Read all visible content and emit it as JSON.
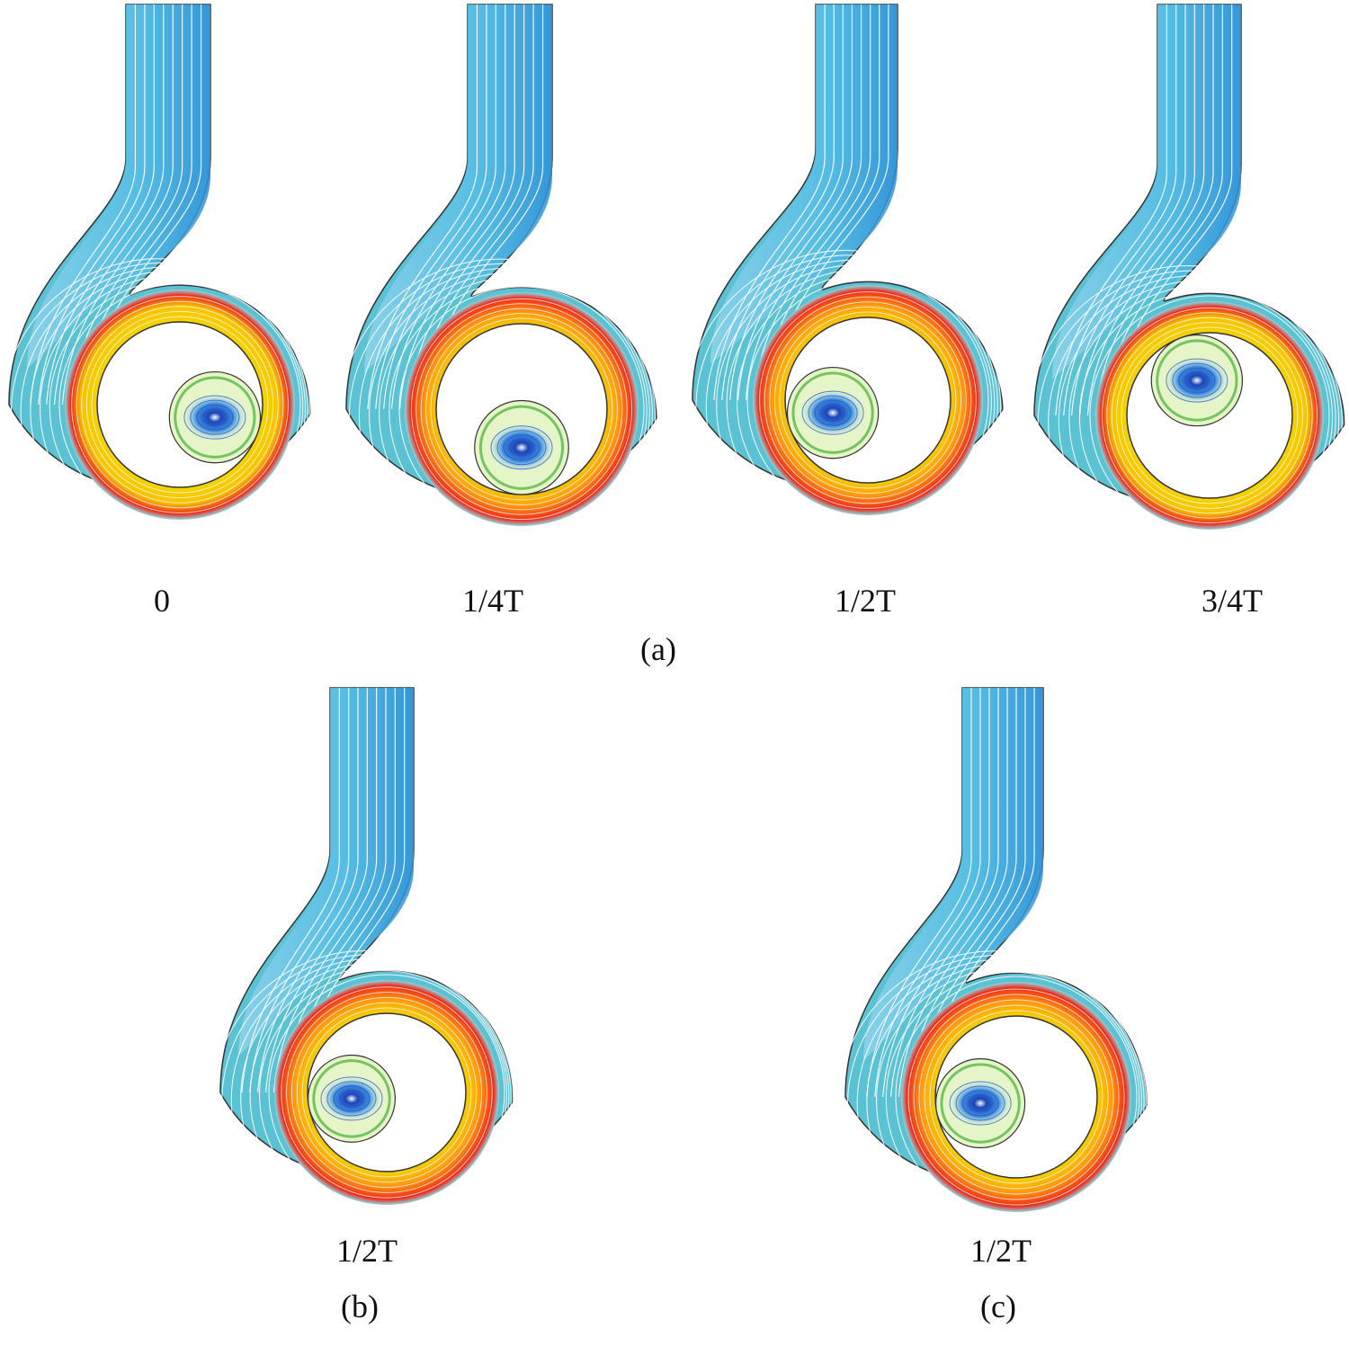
{
  "row_a": {
    "panels": [
      {
        "time_label": "0"
      },
      {
        "time_label": "1/4T"
      },
      {
        "time_label": "1/2T"
      },
      {
        "time_label": "3/4T"
      }
    ],
    "caption": "(a)"
  },
  "row_b": {
    "time_label": "1/2T",
    "caption": "(b)"
  },
  "row_c": {
    "time_label": "1/2T",
    "caption": "(c)"
  },
  "colors": {
    "casing_flow": "#5bc2d4",
    "inlet_flow": "#7ccbea",
    "streamline": "#ffffff",
    "vortex": "#1f4fbf",
    "ring_hot": "#ee2a1a",
    "ring_warm": "#f5d400",
    "ring_mid": "#59b848",
    "wall": "#333333"
  }
}
